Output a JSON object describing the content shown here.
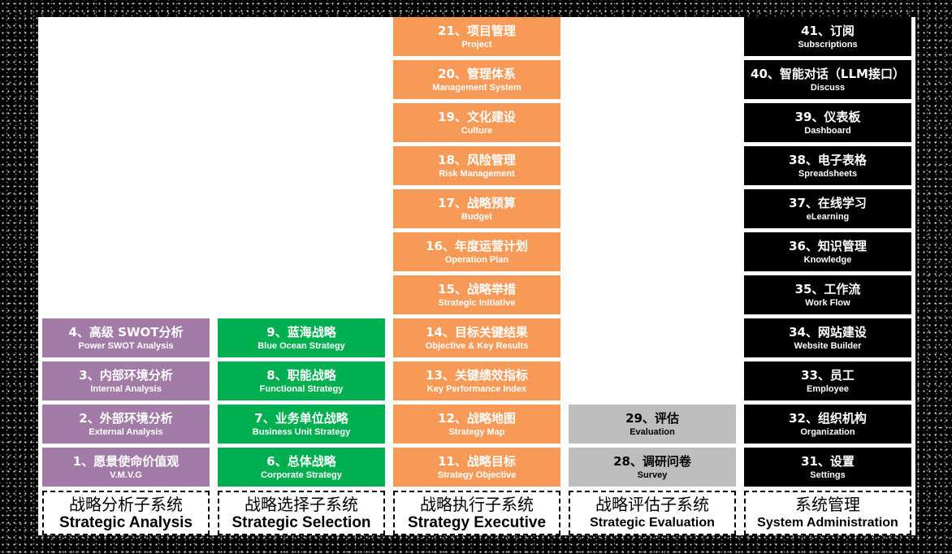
{
  "colors": {
    "analysis": "#a27ba6",
    "selection": "#00b050",
    "executive": "#f79a57",
    "evaluation": "#bdbdbd",
    "administration": "#000000"
  },
  "columns": {
    "analysis": {
      "footer_zh": "战略分析子系统",
      "footer_en": "Strategic Analysis",
      "items": [
        {
          "zh": "4、高级 SWOT分析",
          "en": "Power SWOT Analysis"
        },
        {
          "zh": "3、内部环境分析",
          "en": "Internal Analysis"
        },
        {
          "zh": "2、外部环境分析",
          "en": "External Analysis"
        },
        {
          "zh": "1、愿景使命价值观",
          "en": "V.M.V.G"
        }
      ]
    },
    "selection": {
      "footer_zh": "战略选择子系统",
      "footer_en": "Strategic Selection",
      "items": [
        {
          "zh": "9、蓝海战略",
          "en": "Blue Ocean Strategy"
        },
        {
          "zh": "8、职能战略",
          "en": "Functional Strategy"
        },
        {
          "zh": "7、业务单位战略",
          "en": "Business Unit Strategy"
        },
        {
          "zh": "6、总体战略",
          "en": "Corporate Strategy"
        }
      ]
    },
    "executive": {
      "footer_zh": "战略执行子系统",
      "footer_en": "Strategy Executive",
      "items": [
        {
          "zh": "21、项目管理",
          "en": "Project"
        },
        {
          "zh": "20、管理体系",
          "en": "Management System"
        },
        {
          "zh": "19、文化建设",
          "en": "Culture"
        },
        {
          "zh": "18、风险管理",
          "en": "Risk Management"
        },
        {
          "zh": "17、战略预算",
          "en": "Budget"
        },
        {
          "zh": "16、年度运营计划",
          "en": "Operation Plan"
        },
        {
          "zh": "15、战略举措",
          "en": "Strategic Initiative"
        },
        {
          "zh": "14、目标关键结果",
          "en": "Objective & Key Results"
        },
        {
          "zh": "13、关键绩效指标",
          "en": "Key Performance Index"
        },
        {
          "zh": "12、战略地图",
          "en": "Strategy Map"
        },
        {
          "zh": "11、战略目标",
          "en": "Strategy Objective"
        }
      ]
    },
    "evaluation": {
      "footer_zh": "战略评估子系统",
      "footer_en": "Strategic Evaluation",
      "items": [
        {
          "zh": "29、评估",
          "en": "Evaluation"
        },
        {
          "zh": "28、调研问卷",
          "en": "Survey"
        }
      ]
    },
    "administration": {
      "footer_zh": "系统管理",
      "footer_en": "System Administration",
      "items": [
        {
          "zh": "41、订阅",
          "en": "Subscriptions"
        },
        {
          "zh": "40、智能对话（LLM接口）",
          "en": "Discuss"
        },
        {
          "zh": "39、仪表板",
          "en": "Dashboard"
        },
        {
          "zh": "38、电子表格",
          "en": "Spreadsheets"
        },
        {
          "zh": "37、在线学习",
          "en": "eLearning"
        },
        {
          "zh": "36、知识管理",
          "en": "Knowledge"
        },
        {
          "zh": "35、工作流",
          "en": "Work Flow"
        },
        {
          "zh": "34、网站建设",
          "en": "Website Builder"
        },
        {
          "zh": "33、员工",
          "en": "Employee"
        },
        {
          "zh": "32、组织机构",
          "en": "Organization"
        },
        {
          "zh": "31、设置",
          "en": "Settings"
        }
      ]
    }
  }
}
